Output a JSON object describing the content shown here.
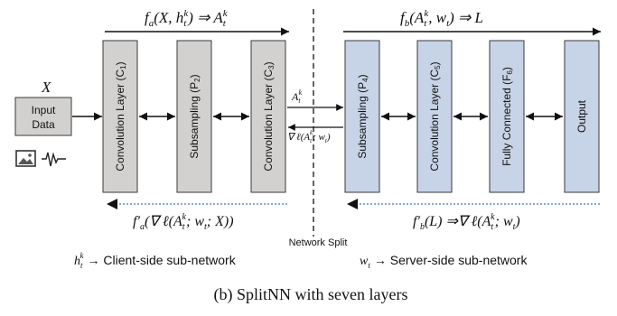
{
  "header": {
    "client_formula": "fa(X, htk) ⇒ Atk",
    "server_formula": "fb(Atk, wt) ⇒ L"
  },
  "input": {
    "symbol": "X",
    "box_label_line1": "Input",
    "box_label_line2": "Data",
    "icons": [
      "image-icon",
      "waveform-icon"
    ]
  },
  "client_layers": [
    {
      "label": "Convolution Layer (C",
      "sub": "1",
      "suffix": ")"
    },
    {
      "label": "Subsampling (P",
      "sub": "2",
      "suffix": ")"
    },
    {
      "label": "Convolution Layer (C",
      "sub": "3",
      "suffix": ")"
    }
  ],
  "server_layers": [
    {
      "label": "Subsampling (P",
      "sub": "4",
      "suffix": ")"
    },
    {
      "label": "Convolution Layer (C",
      "sub": "5",
      "suffix": ")"
    },
    {
      "label": "Fully Connected (F",
      "sub": "6",
      "suffix": ")"
    },
    {
      "label": "Output",
      "sub": "",
      "suffix": ""
    }
  ],
  "split": {
    "forward_label": "Atk",
    "backward_label": "∇ ℓ(Atk; wt)",
    "split_label": "Network Split"
  },
  "gradients": {
    "client": "f′a(∇ ℓ(Atk; wt; X))",
    "server": "f′b(L) ⇒∇ ℓ(Atk; wt)"
  },
  "footer": {
    "client_sym": "htk",
    "client_text": "→ Client-side sub-network",
    "server_sym": "wt",
    "server_text": "→ Server-side sub-network"
  },
  "caption": "(b) SplitNN with seven layers",
  "colors": {
    "client_fill": "#d3d1cf",
    "server_fill": "#c7d3e6",
    "stroke": "#3a3a3a"
  }
}
